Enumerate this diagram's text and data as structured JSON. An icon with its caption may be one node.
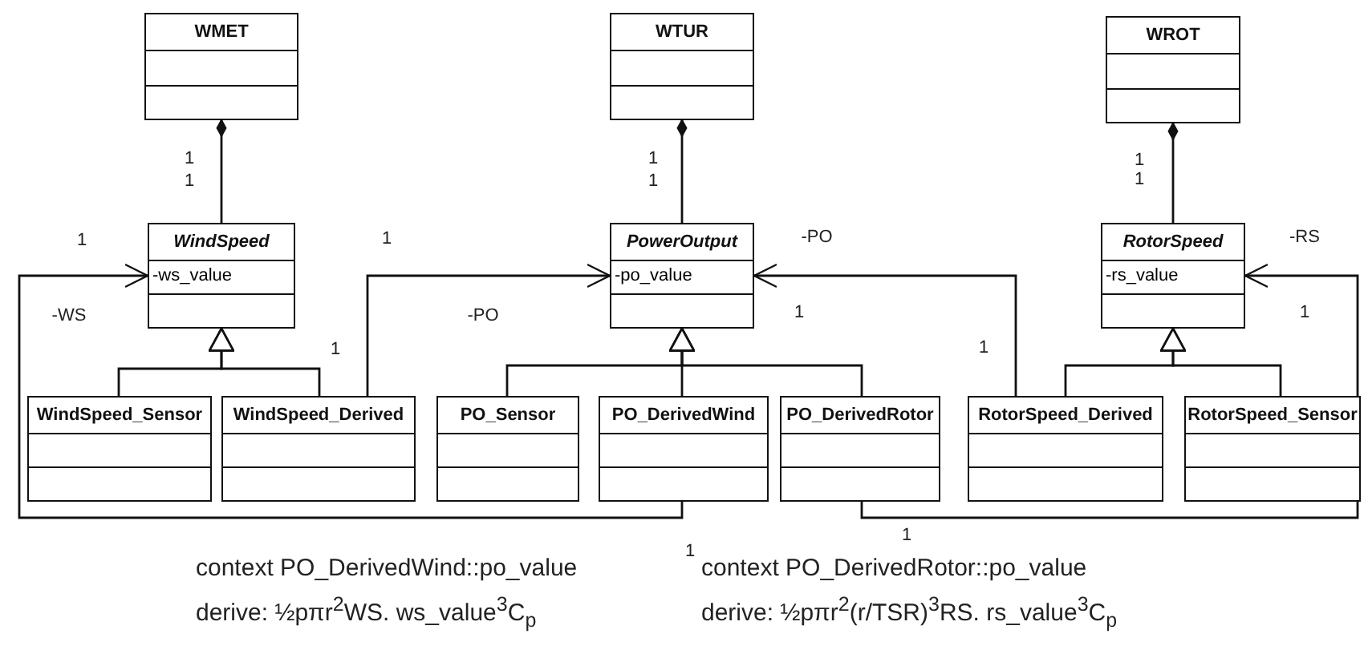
{
  "diagram": {
    "nodes": [
      {
        "text": [
          "WMET"
        ]
      },
      {
        "text": [
          "WTUR"
        ]
      },
      {
        "text": [
          "WROT"
        ]
      },
      {
        "text": [
          "WindSpeed",
          "-ws_value"
        ]
      },
      {
        "text": [
          "PowerOutput",
          "-po_value"
        ]
      },
      {
        "text": [
          "RotorSpeed",
          "-rs_value"
        ]
      },
      {
        "text": [
          "WindSpeed_Sensor"
        ]
      },
      {
        "text": [
          "WindSpeed_Derived"
        ]
      },
      {
        "text": [
          "PO_Sensor"
        ]
      },
      {
        "text": [
          "PO_DerivedWind"
        ]
      },
      {
        "text": [
          "PO_DerivedRotor"
        ]
      },
      {
        "text": [
          "RotorSpeed_Derived"
        ]
      },
      {
        "text": [
          "RotorSpeed_Sensor"
        ]
      }
    ],
    "edges": [
      {
        "from": 3,
        "to": 0,
        "arrow": "other"
      },
      {
        "from": 4,
        "to": 1,
        "arrow": "other"
      },
      {
        "from": 5,
        "to": 2,
        "arrow": "other"
      },
      {
        "from": 6,
        "to": 3,
        "arrow": "to"
      },
      {
        "from": 7,
        "to": 3,
        "arrow": "to"
      },
      {
        "from": 8,
        "to": 4,
        "arrow": "to"
      },
      {
        "from": 9,
        "to": 4,
        "arrow": "to"
      },
      {
        "from": 10,
        "to": 4,
        "arrow": "to"
      },
      {
        "from": 11,
        "to": 5,
        "arrow": "to"
      },
      {
        "from": 12,
        "to": 5,
        "arrow": "to"
      },
      {
        "from": 9,
        "to": 3,
        "arrow": "to"
      },
      {
        "from": 7,
        "to": 4,
        "arrow": "to"
      },
      {
        "from": 11,
        "to": 4,
        "arrow": "to"
      },
      {
        "from": 10,
        "to": 5,
        "arrow": "to"
      }
    ],
    "labels": [
      "1",
      "1",
      "1",
      "1",
      "1",
      "1",
      "1",
      "1",
      "-PO",
      "-RS",
      "-WS",
      "-PO",
      "1",
      "1",
      "1",
      "1",
      "1",
      "1",
      "context  PO_DerivedWind::po_value",
      "context  PO_DerivedRotor::po_value",
      "derive: ½pπr$^{2}$WS. ws_value$^{3}$C$_{p}$",
      "derive: ½pπr$^{2}$(r/TSR)$^{3}$RS. rs_value$^{3}$C$_{p}$"
    ]
  }
}
